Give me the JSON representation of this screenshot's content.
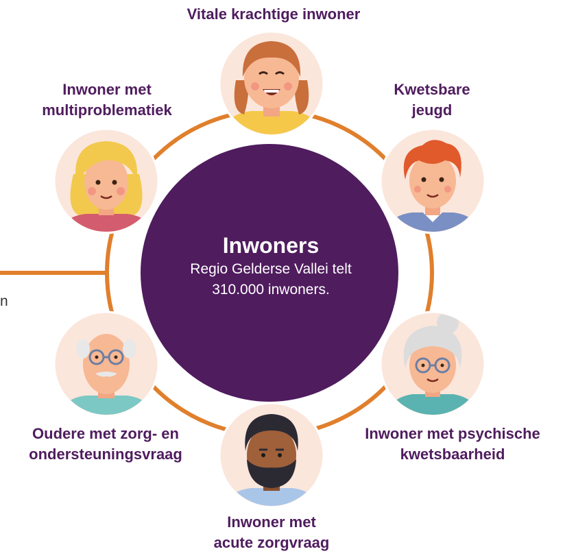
{
  "center": {
    "title": "Inwoners",
    "subtitle_line1": "Regio Gelderse Vallei telt",
    "subtitle_line2": "310.000 inwoners."
  },
  "side_fragment": "n",
  "personas": [
    {
      "id": "vitale",
      "lines": [
        "Vitale krachtige inwoner"
      ],
      "icon": "smiling-girl-icon"
    },
    {
      "id": "kwetsbare-jeugd",
      "lines": [
        "Kwetsbare",
        "jeugd"
      ],
      "icon": "red-haired-boy-icon"
    },
    {
      "id": "psychisch",
      "lines": [
        "Inwoner met psychische",
        "kwetsbaarheid"
      ],
      "icon": "elderly-woman-glasses-icon"
    },
    {
      "id": "acute",
      "lines": [
        "Inwoner met",
        "acute zorgvraag"
      ],
      "icon": "bearded-man-icon"
    },
    {
      "id": "oudere",
      "lines": [
        "Oudere met zorg- en",
        "ondersteuningsvraag"
      ],
      "icon": "elderly-man-glasses-icon"
    },
    {
      "id": "multi",
      "lines": [
        "Inwoner met",
        "multiproblematiek"
      ],
      "icon": "blonde-woman-icon"
    }
  ],
  "colors": {
    "center": "#4f1c5e",
    "ring": "#e07f2c",
    "portrait_bg": "#fbe6dc",
    "label": "#4f1c5e"
  }
}
